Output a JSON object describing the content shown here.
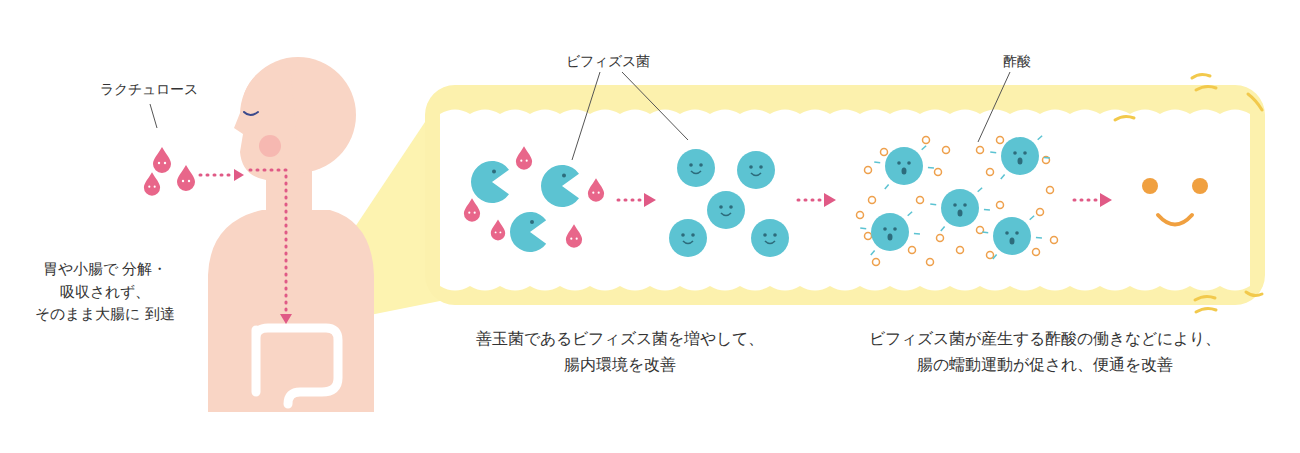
{
  "diagram": {
    "labels": [
      "ラクチュロース",
      "胃や小腸で 分解・吸収されず、 そのまま大腸に 到達",
      "ビフィズス菌",
      "酢酸",
      "善玉菌であるビフィズス菌を増やして、 腸内環境を改善",
      "ビフィズス菌が産生する酢酸の働きなどにより、 腸の蠕動運動が促され、便通を改善"
    ]
  }
}
